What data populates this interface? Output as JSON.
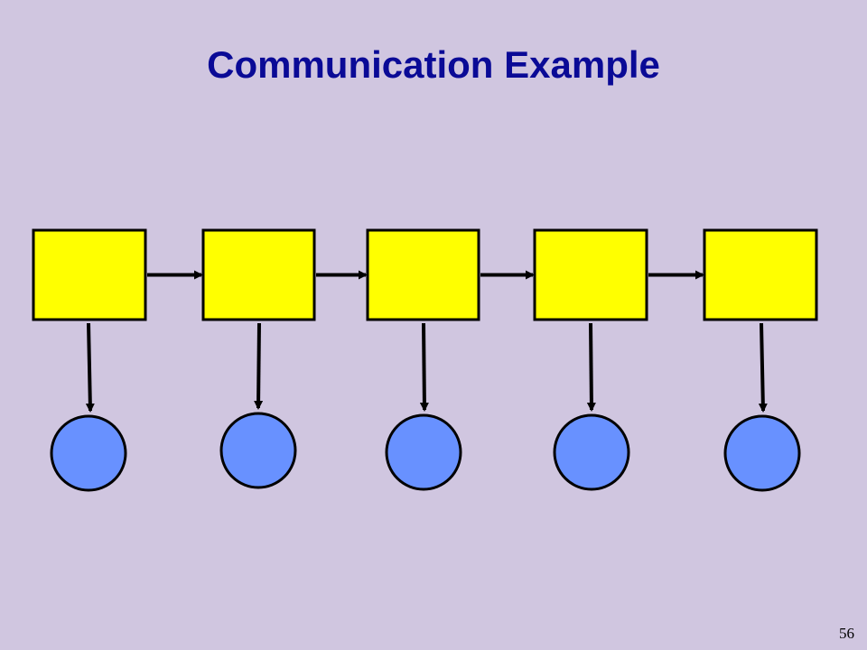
{
  "slide": {
    "title": "Communication Example",
    "page_number": "56"
  },
  "colors": {
    "background": "#d0c6e0",
    "title": "#0a0a96",
    "box_fill": "#ffff00",
    "circle_fill": "#6891ff",
    "stroke": "#000000"
  },
  "diagram": {
    "box_count": 5,
    "circle_count": 5,
    "chain_links": "each box points to the next box",
    "box_to_circle": "each box points to a circle below it"
  }
}
